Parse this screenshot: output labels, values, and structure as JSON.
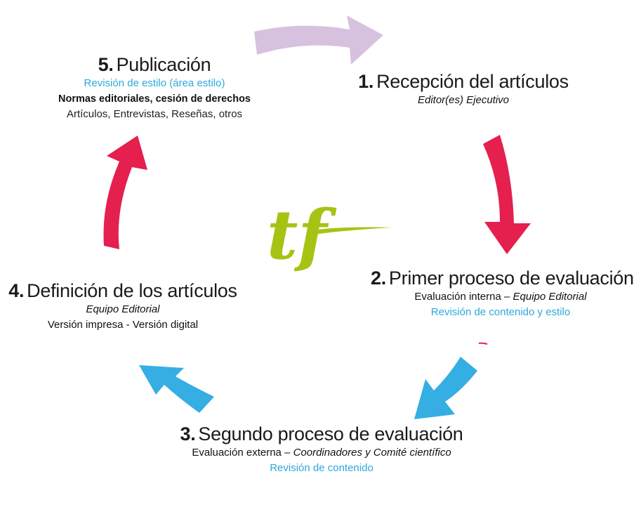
{
  "colors": {
    "accent_blue": "#2ea8dd",
    "arrow_lilac": "#d6c2df",
    "arrow_red": "#e51f4e",
    "arrow_blue": "#35aee3",
    "logo_green": "#a6c314"
  },
  "logo": {
    "text": "tf"
  },
  "stages": {
    "s1": {
      "number": "1.",
      "title": "Recepción del artículos",
      "line1": "Editor(es) Ejecutivo"
    },
    "s2": {
      "number": "2.",
      "title": "Primer proceso de evaluación",
      "line1_prefix": "Evaluación interna – ",
      "line1_role": "Equipo Editorial",
      "line2": "Revisión de contenido y estilo"
    },
    "s3": {
      "number": "3.",
      "title": "Segundo proceso de evaluación",
      "line1_prefix": "Evaluación externa – ",
      "line1_role": "Coordinadores y Comité científico",
      "line2": "Revisión de contenido"
    },
    "s4": {
      "number": "4.",
      "title": "Definición de los artículos",
      "line1": "Equipo Editorial",
      "line2": "Versión impresa - Versión digital"
    },
    "s5": {
      "number": "5.",
      "title": "Publicación",
      "line1": "Revisión de estilo (área estilo)",
      "line2": "Normas editoriales, cesión de derechos",
      "line3": "Artículos, Entrevistas, Reseñas, otros"
    }
  }
}
